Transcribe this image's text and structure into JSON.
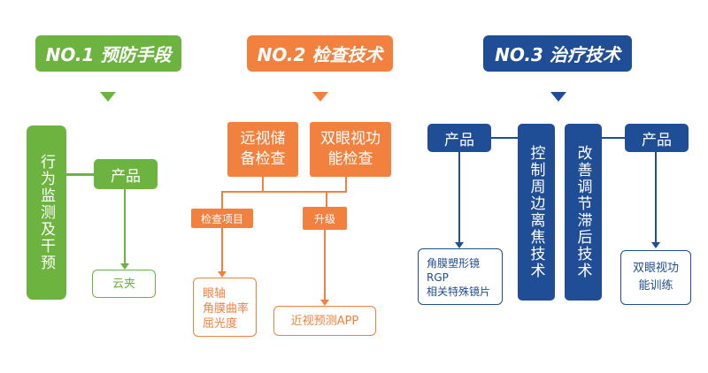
{
  "col1": {
    "header": "NO.1 预防手段",
    "side": "行为监测及干预",
    "product": "产品",
    "result": "云夹",
    "color": "#6db33f"
  },
  "col2": {
    "header": "NO.2 检查技术",
    "box_left": "远视储备检查",
    "box_right": "双眼视功能检查",
    "label_left": "检查项目",
    "label_right": "升级",
    "result_left": "眼轴\n角膜曲率\n屈光度",
    "result_right": "近视预测APP",
    "color": "#f2813f"
  },
  "col3": {
    "header": "NO.3 治疗技术",
    "product_left": "产品",
    "tech_left": "控制周边离焦技术",
    "tech_right": "改善调节滞后技术",
    "product_right": "产品",
    "result_left": "角膜塑形镜\nRGP\n相关特殊镜片",
    "result_right": "双眼视功能训练",
    "color": "#1f4e96"
  }
}
